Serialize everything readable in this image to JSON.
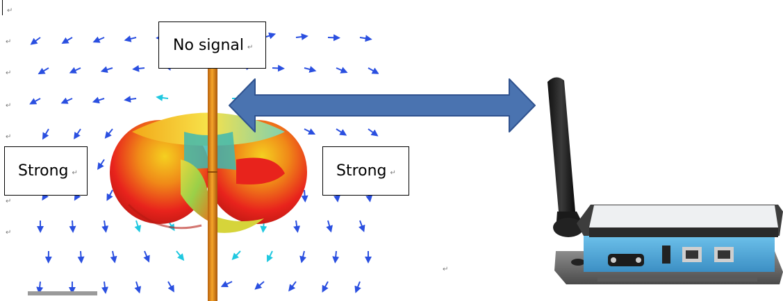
{
  "labels": {
    "no_signal": "No signal",
    "strong_left": "Strong",
    "strong_right": "Strong"
  },
  "paragraph_mark": "↵",
  "colors": {
    "torus_outer": "#e8231c",
    "torus_inner": "#f0c020",
    "torus_cut": "#d9e34a",
    "antenna": "#e58a17",
    "arrow_fill": "#4a73b0",
    "arrow_stroke": "#2f528f",
    "field_arrow_blue": "#2a4fe0",
    "field_arrow_cyan": "#20c8e0",
    "field_arrow_red": "#b81818",
    "device_body": "#4ea7d8",
    "device_top": "#e9ecee",
    "device_base": "#6e6e6e"
  },
  "icons": {
    "field_diagram": "antenna-radiation-pattern-icon",
    "device": "wireless-gateway-icon",
    "link": "double-headed-arrow-icon"
  }
}
